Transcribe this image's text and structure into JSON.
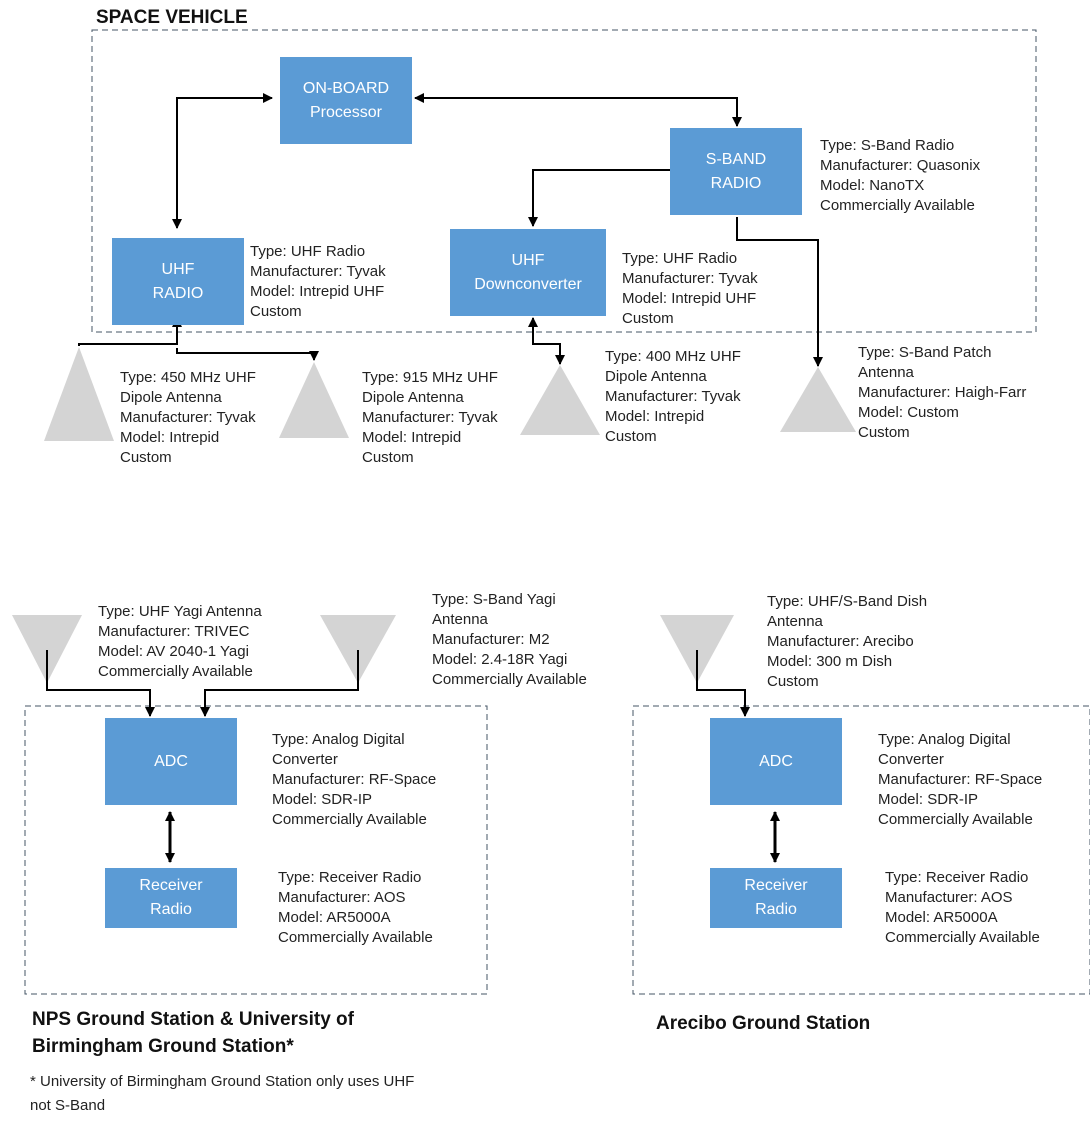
{
  "sections": {
    "space_vehicle": "SPACE VEHICLE",
    "nps_line1": "NPS Ground Station & University of",
    "nps_line2": "Birmingham Ground Station*",
    "arecibo": "Arecibo Ground Station"
  },
  "blocks": {
    "onboard": [
      "ON-BOARD",
      "Processor"
    ],
    "sband_radio": [
      "S-BAND",
      "RADIO"
    ],
    "uhf_radio": [
      "UHF",
      "RADIO"
    ],
    "uhf_downconverter": [
      "UHF",
      "Downconverter"
    ],
    "nps_adc": [
      "ADC"
    ],
    "nps_receiver": [
      "Receiver",
      "Radio"
    ],
    "arecibo_adc": [
      "ADC"
    ],
    "arecibo_receiver": [
      "Receiver",
      "Radio"
    ]
  },
  "specs": {
    "sband_radio": [
      "Type: S-Band Radio",
      "Manufacturer: Quasonix",
      "Model: NanoTX",
      "Commercially Available"
    ],
    "uhf_radio": [
      "Type: UHF Radio",
      "Manufacturer: Tyvak",
      "Model: Intrepid UHF",
      "Custom"
    ],
    "uhf_downconverter": [
      "Type: UHF Radio",
      "Manufacturer: Tyvak",
      "Model: Intrepid UHF",
      "Custom"
    ],
    "ant_450": [
      "Type: 450 MHz UHF",
      "Dipole Antenna",
      "Manufacturer: Tyvak",
      "Model: Intrepid",
      "Custom"
    ],
    "ant_915": [
      "Type: 915 MHz UHF",
      "Dipole Antenna",
      "Manufacturer: Tyvak",
      "Model: Intrepid",
      "Custom"
    ],
    "ant_400": [
      "Type: 400 MHz UHF",
      "Dipole Antenna",
      "Manufacturer: Tyvak",
      "Model: Intrepid",
      "Custom"
    ],
    "ant_sband_patch": [
      "Type: S-Band Patch",
      "Antenna",
      "Manufacturer: Haigh-Farr",
      "Model: Custom",
      "Custom"
    ],
    "uhf_yagi": [
      "Type: UHF Yagi Antenna",
      "Manufacturer: TRIVEC",
      "Model: AV 2040-1 Yagi",
      "Commercially Available"
    ],
    "sband_yagi": [
      "Type: S-Band Yagi",
      "Antenna",
      "Manufacturer: M2",
      "Model: 2.4-18R Yagi",
      "Commercially Available"
    ],
    "nps_adc": [
      "Type: Analog Digital",
      "Converter",
      "Manufacturer: RF-Space",
      "Model: SDR-IP",
      "Commercially Available"
    ],
    "nps_receiver": [
      "Type: Receiver Radio",
      "Manufacturer: AOS",
      "Model: AR5000A",
      "Commercially Available"
    ],
    "dish": [
      "Type: UHF/S-Band Dish",
      "Antenna",
      "Manufacturer: Arecibo",
      "Model: 300 m Dish",
      "Custom"
    ],
    "arecibo_adc": [
      "Type: Analog Digital",
      "Converter",
      "Manufacturer: RF-Space",
      "Model: SDR-IP",
      "Commercially Available"
    ],
    "arecibo_receiver": [
      "Type: Receiver Radio",
      "Manufacturer: AOS",
      "Model: AR5000A",
      "Commercially Available"
    ]
  },
  "footnote": [
    "* University of Birmingham Ground Station only uses UHF",
    "not S-Band"
  ],
  "colors": {
    "block": "#5b9bd5",
    "antenna": "#d4d4d4",
    "line": "#000000",
    "boundary": "#445566"
  }
}
